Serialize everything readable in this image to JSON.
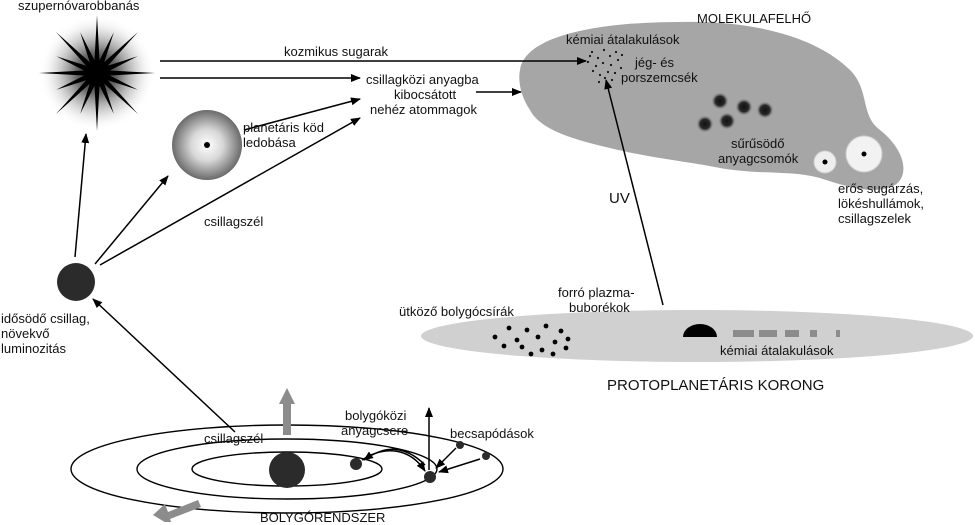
{
  "labels": {
    "supernova": "szupernóvarobbanás",
    "cosmic_rays": "kozmikus sugarak",
    "ejected_line1": "csillagközi anyagba",
    "ejected_line2": "kibocsátott",
    "ejected_line3": "nehéz atommagok",
    "planetary_nebula_line1": "planetáris köd",
    "planetary_nebula_line2": "ledobása",
    "stellar_wind_upper": "csillagszél",
    "aging_star_line1": "idősödő csillag,",
    "aging_star_line2": "növekvő",
    "aging_star_line3": "luminozitás",
    "molecular_cloud": "MOLEKULAFELHŐ",
    "chem_changes_cloud": "kémiai átalakulások",
    "ice_dust_line1": "jég- és",
    "ice_dust_line2": "porszemcsék",
    "dense_cores_line1": "sűrűsödő",
    "dense_cores_line2": "anyagcsomók",
    "strong_rad_line1": "erős sugárzás,",
    "strong_rad_line2": "lökéshullámok,",
    "strong_rad_line3": "csillagszelek",
    "uv": "UV",
    "plasma_line1": "forró plazma-",
    "plasma_line2": "buborékok",
    "colliding_line1": "ütköző bolygócsírák",
    "chem_changes_disk": "kémiai átalakulások",
    "protoplanetary_disk": "PROTOPLANETÁRIS KORONG",
    "interplanetary_line1": "bolygóközi",
    "interplanetary_line2": "anyagcsere",
    "impacts": "becsapódások",
    "stellar_wind_lower": "csillagszél",
    "planetary_system": "BOLYGÓRENDSZER"
  },
  "colors": {
    "cloud_fill": "#a6a6a6",
    "disk_fill": "#d0d0d0",
    "dark_body": "#2b2b2b",
    "arrow": "#000000",
    "gray_arrow": "#8c8c8c"
  }
}
